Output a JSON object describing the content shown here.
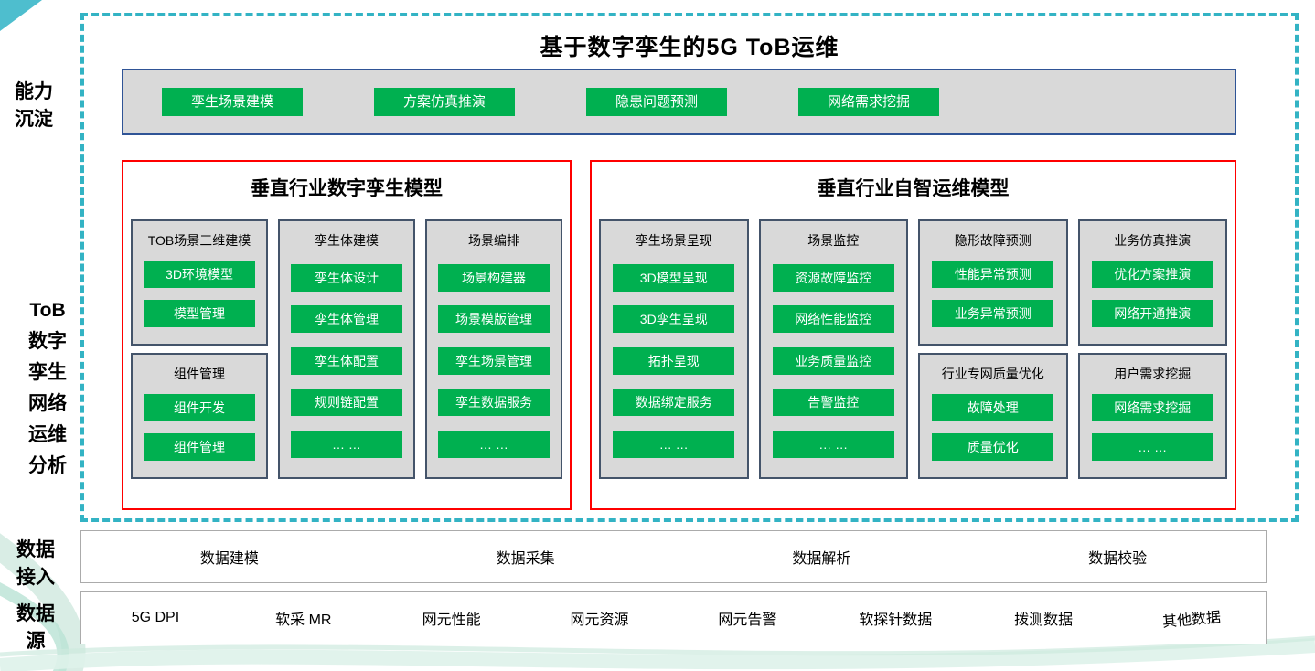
{
  "title": "基于数字孪生的5G ToB运维",
  "side_labels": {
    "capability": "能力沉淀",
    "tob_lines": [
      "ToB",
      "数字",
      "孪生",
      "网络",
      "运维",
      "分析"
    ],
    "data_access": "数据接入",
    "data_source": "数据源"
  },
  "capability_bar": {
    "buttons": [
      "孪生场景建模",
      "方案仿真推演",
      "隐患问题预测",
      "网络需求挖掘"
    ]
  },
  "twin_model_panel": {
    "title": "垂直行业数字孪生模型",
    "columns": [
      {
        "groups": [
          {
            "title": "TOB场景三维建模",
            "items": [
              "3D环境模型",
              "模型管理"
            ]
          },
          {
            "title": "组件管理",
            "items": [
              "组件开发",
              "组件管理"
            ]
          }
        ]
      },
      {
        "groups": [
          {
            "title": "孪生体建模",
            "items": [
              "孪生体设计",
              "孪生体管理",
              "孪生体配置",
              "规则链配置",
              "… …"
            ]
          }
        ]
      },
      {
        "groups": [
          {
            "title": "场景编排",
            "items": [
              "场景构建器",
              "场景模版管理",
              "孪生场景管理",
              "孪生数据服务",
              "… …"
            ]
          }
        ]
      }
    ]
  },
  "ops_model_panel": {
    "title": "垂直行业自智运维模型",
    "columns": [
      {
        "groups": [
          {
            "title": "孪生场景呈现",
            "items": [
              "3D模型呈现",
              "3D孪生呈现",
              "拓扑呈现",
              "数据绑定服务",
              "… …"
            ]
          }
        ]
      },
      {
        "groups": [
          {
            "title": "场景监控",
            "items": [
              "资源故障监控",
              "网络性能监控",
              "业务质量监控",
              "告警监控",
              "… …"
            ]
          }
        ]
      },
      {
        "groups": [
          {
            "title": "隐形故障预测",
            "items": [
              "性能异常预测",
              "业务异常预测"
            ]
          },
          {
            "title": "行业专网质量优化",
            "items": [
              "故障处理",
              "质量优化"
            ]
          }
        ]
      },
      {
        "groups": [
          {
            "title": "业务仿真推演",
            "items": [
              "优化方案推演",
              "网络开通推演"
            ]
          },
          {
            "title": "用户需求挖掘",
            "items": [
              "网络需求挖掘",
              "… …"
            ]
          }
        ]
      }
    ]
  },
  "data_access_row": {
    "items": [
      "数据建模",
      "数据采集",
      "数据解析",
      "数据校验"
    ]
  },
  "data_source_row": {
    "items": [
      "5G DPI",
      "软采 MR",
      "网元性能",
      "网元资源",
      "网元告警",
      "软探针数据",
      "拨测数据",
      "其他数据"
    ]
  },
  "colors": {
    "green": "#00B050",
    "panel_border_red": "#FF0000",
    "dashed_border_teal": "#33B3C4",
    "group_fill": "#D9D9D9",
    "group_border": "#44546A",
    "bar_border": "#2F5496"
  }
}
